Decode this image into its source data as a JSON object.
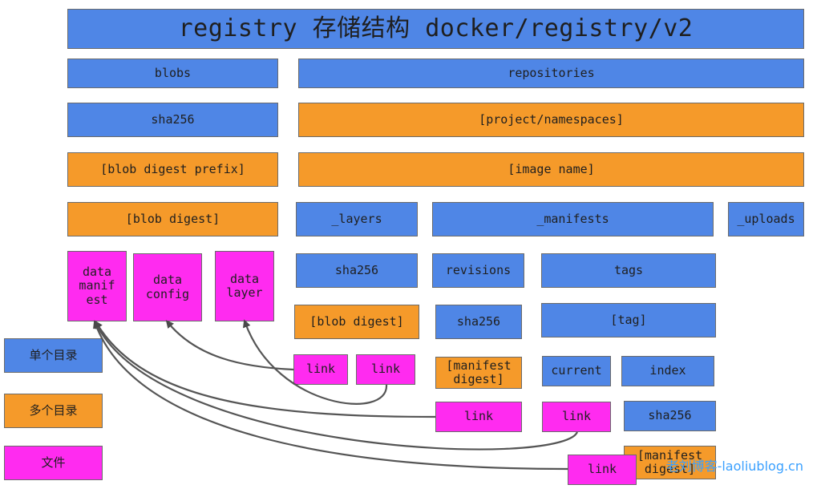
{
  "title": "registry 存储结构 docker/registry/v2",
  "nodes": {
    "blobs": "blobs",
    "repositories": "repositories",
    "blob_sha256": "sha256",
    "project_namespaces": "[project/namespaces]",
    "blob_digest_prefix": "[blob digest prefix]",
    "image_name": "[image name]",
    "blob_digest": "[blob digest]",
    "layers": "_layers",
    "manifests": "_manifests",
    "uploads": "_uploads",
    "data_manifest": "data\nmanif\nest",
    "data_config": "data\nconfig",
    "data_layer": "data\nlayer",
    "layers_sha256": "sha256",
    "revisions": "revisions",
    "tags": "tags",
    "layers_blob_digest": "[blob digest]",
    "revisions_sha256": "sha256",
    "tag": "[tag]",
    "link_config": "link",
    "link_layer": "link",
    "manifest_digest": "[manifest\ndigest]",
    "current": "current",
    "index": "index",
    "link_revision": "link",
    "link_current": "link",
    "index_sha256": "sha256",
    "index_manifest_digest": "[manifest\ndigest]",
    "link_index": "link"
  },
  "legend": {
    "single_dir": "单个目录",
    "multi_dir": "多个目录",
    "file": "文件"
  },
  "watermark": "老刘博客-laoliublog.cn",
  "colors": {
    "single_dir": "#4f86e6",
    "multi_dir": "#f59a2a",
    "file": "#ff2bf0"
  }
}
